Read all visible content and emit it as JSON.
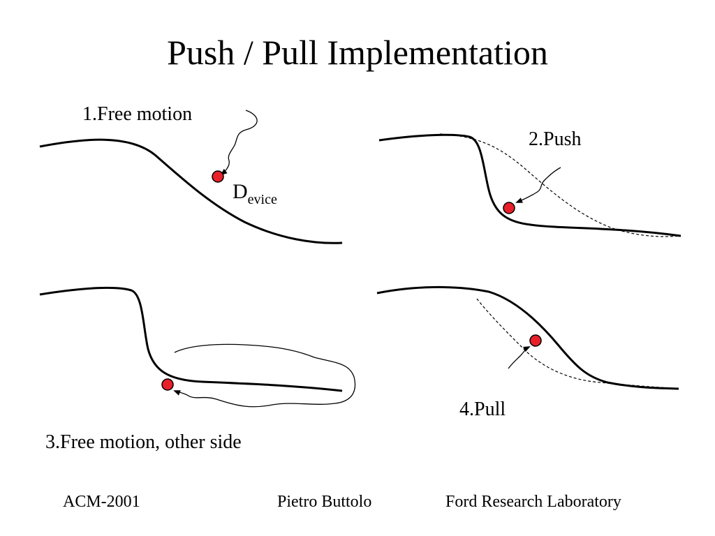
{
  "slide": {
    "title": "Push / Pull Implementation",
    "device_label": {
      "main": "D",
      "sub": "evice"
    }
  },
  "panels": [
    {
      "id": "free-motion",
      "label": "1.Free motion"
    },
    {
      "id": "push",
      "label": "2.Push"
    },
    {
      "id": "free-motion-other-side",
      "label": "3.Free motion, other side"
    },
    {
      "id": "pull",
      "label": "4.Pull"
    }
  ],
  "footer": {
    "left": "ACM-2001",
    "center": "Pietro Buttolo",
    "right": "Ford Research Laboratory"
  },
  "colors": {
    "device_fill": "#e8202a",
    "line": "#000000"
  }
}
